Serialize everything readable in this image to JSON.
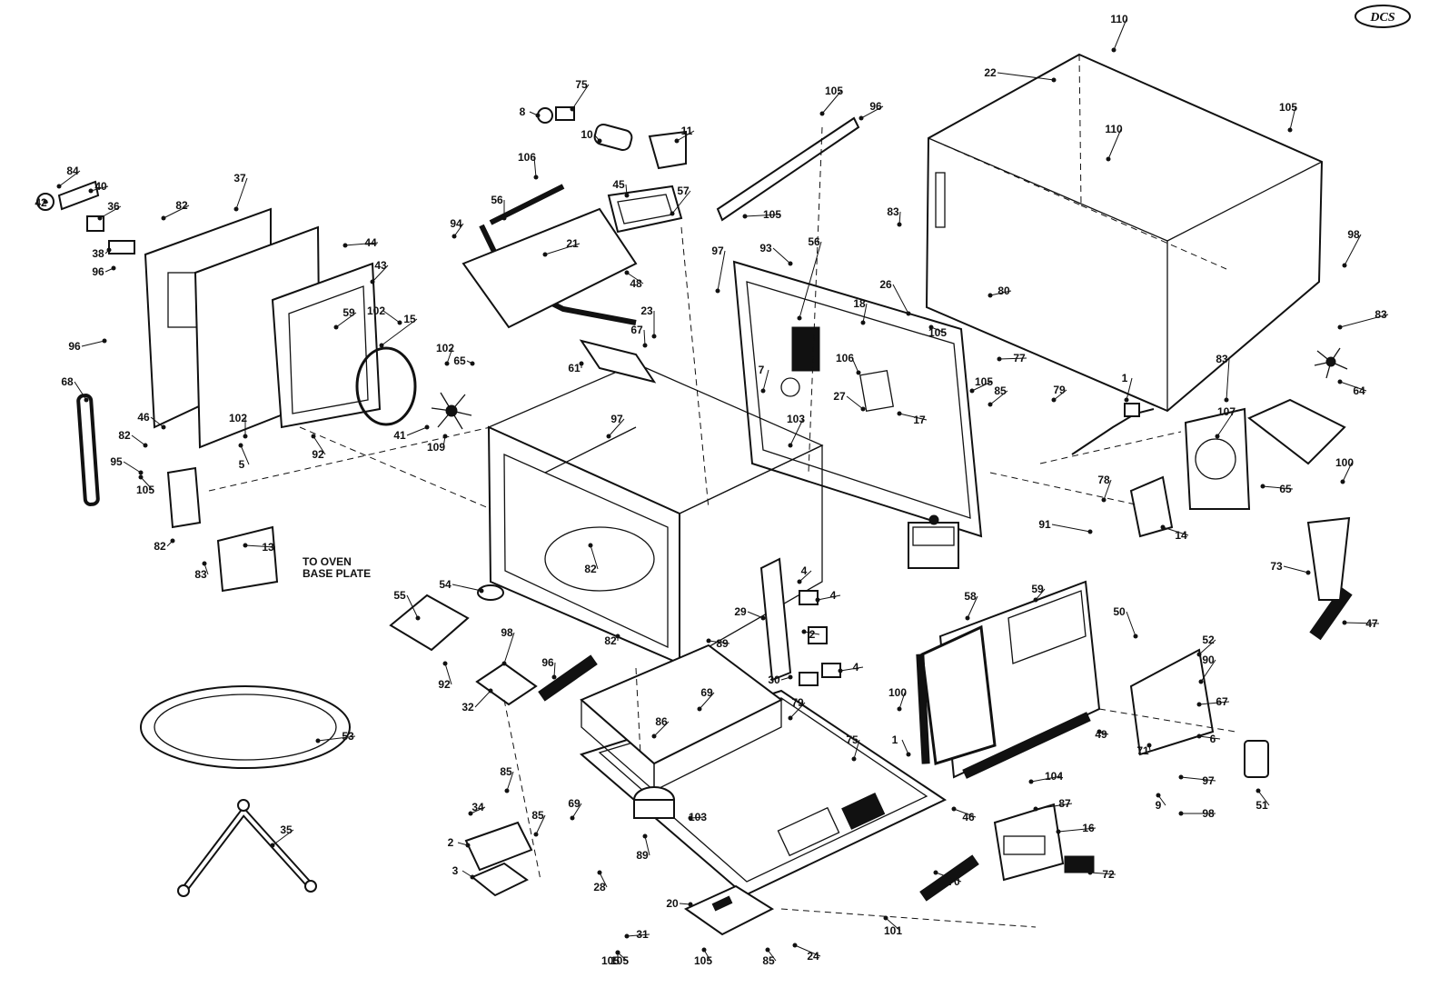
{
  "logo": {
    "text": "DCS"
  },
  "note": {
    "line1": "TO OVEN",
    "line2": "BASE PLATE"
  },
  "part_labels": [
    "110",
    "22",
    "110",
    "105",
    "105",
    "96",
    "105",
    "83",
    "93",
    "56",
    "98",
    "80",
    "83",
    "26",
    "105",
    "18",
    "77",
    "27",
    "17",
    "106",
    "85",
    "79",
    "1",
    "91",
    "107",
    "64",
    "65",
    "14",
    "78",
    "83",
    "100",
    "73",
    "47",
    "7",
    "105",
    "103",
    "97",
    "97",
    "23",
    "61",
    "57",
    "48",
    "21",
    "45",
    "106",
    "75",
    "8",
    "10",
    "11",
    "56",
    "94",
    "67",
    "65",
    "102",
    "102",
    "15",
    "109",
    "41",
    "59",
    "43",
    "44",
    "37",
    "82",
    "84",
    "40",
    "36",
    "42",
    "38",
    "96",
    "96",
    "68",
    "46",
    "82",
    "95",
    "105",
    "102",
    "5",
    "92",
    "82",
    "83",
    "13",
    "55",
    "92",
    "54",
    "82",
    "89",
    "4",
    "4",
    "29",
    "2",
    "30",
    "4",
    "59",
    "58",
    "50",
    "52",
    "90",
    "67",
    "6",
    "97",
    "9",
    "98",
    "51",
    "71",
    "49",
    "100",
    "1",
    "104",
    "87",
    "46",
    "16",
    "72",
    "70",
    "79",
    "32",
    "96",
    "82",
    "69",
    "98",
    "86",
    "75",
    "53",
    "35",
    "34",
    "85",
    "85",
    "2",
    "3",
    "69",
    "28",
    "89",
    "103",
    "20",
    "31",
    "101",
    "105",
    "85",
    "105",
    "24",
    "105"
  ]
}
